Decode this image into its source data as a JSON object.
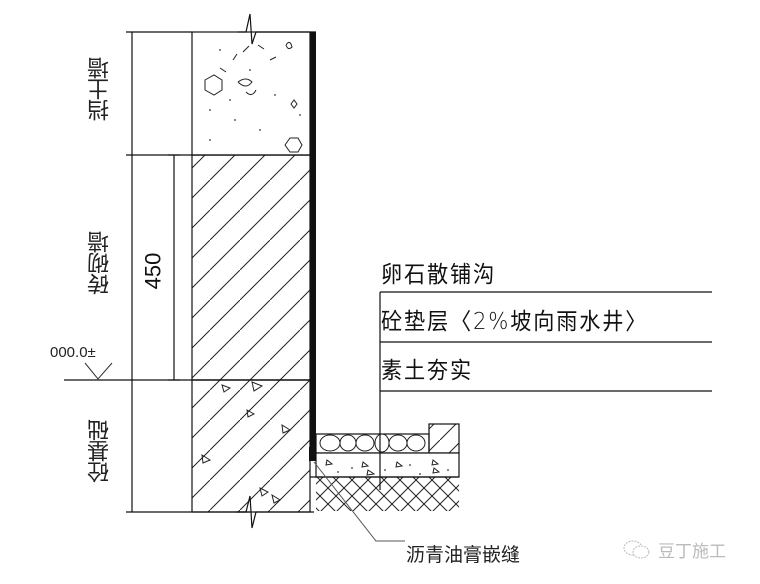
{
  "drawing": {
    "type": "retaining wall / drainage ditch section detail",
    "vertical_labels": {
      "top": "挡土墙",
      "middle": "砖砌墙",
      "bottom": "砼基础"
    },
    "dimension": "450",
    "elevation_mark": "±0.000",
    "elevation_mark_as_drawn": "000.0±",
    "layers": [
      {
        "label": "卵石散铺沟"
      },
      {
        "label": "砼垫层〈2%坡向雨水井〉"
      },
      {
        "label": "素土夯实"
      }
    ],
    "callout": "沥青油膏嵌缝",
    "colors": {
      "line": "#111111",
      "background": "#ffffff",
      "watermark": "#bbbbbb"
    }
  },
  "watermark": {
    "icon": "wechat-icon",
    "text": "豆丁施工"
  }
}
